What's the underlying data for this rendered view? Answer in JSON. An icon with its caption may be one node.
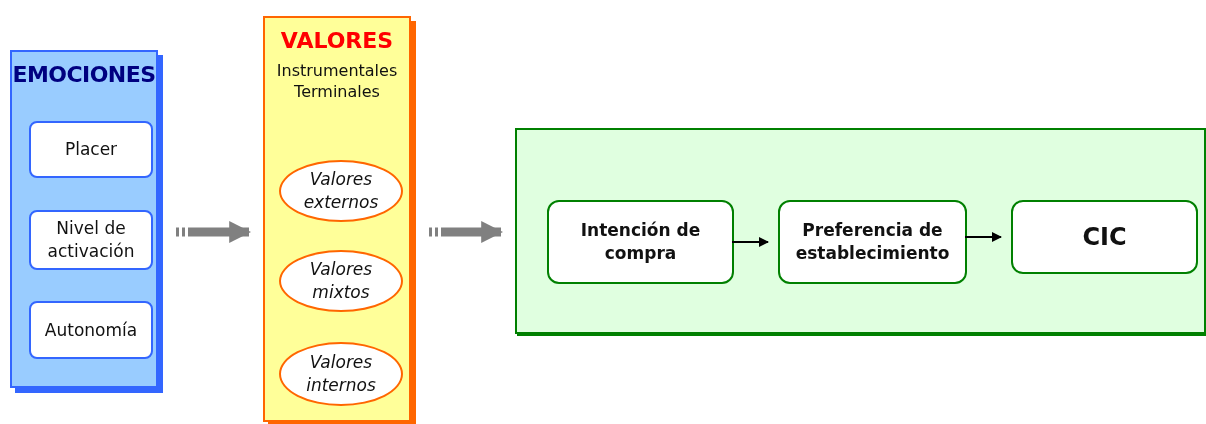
{
  "diagram": {
    "nodes": [
      {
        "text": [
          "EMOCIONES"
        ]
      },
      {
        "text": [
          "Placer"
        ],
        "in": 0
      },
      {
        "text": [
          "Nivel de activación"
        ],
        "in": 0
      },
      {
        "text": [
          "Autonomía"
        ],
        "in": 0
      },
      {
        "text": [
          "VALORES",
          "Instrumentales",
          "Terminales"
        ]
      },
      {
        "text": [
          "Valores externos"
        ],
        "in": 4
      },
      {
        "text": [
          "Valores mixtos"
        ],
        "in": 4
      },
      {
        "text": [
          "Valores internos"
        ],
        "in": 4
      },
      {
        "text": [],
        "shape": "box"
      },
      {
        "text": [
          "Intención de compra"
        ],
        "in": 8
      },
      {
        "text": [
          "Preferencia de establecimiento"
        ],
        "in": 8
      },
      {
        "text": [
          "CIC"
        ],
        "in": 8
      }
    ],
    "edges": [
      {
        "from": 0,
        "to": 4,
        "arrow": "to",
        "style": "thick",
        "color": "#808080"
      },
      {
        "from": 4,
        "to": 8,
        "arrow": "to",
        "style": "thick",
        "color": "#808080"
      },
      {
        "from": 9,
        "to": 10,
        "arrow": "to",
        "color": "#000000"
      },
      {
        "from": 10,
        "to": 11,
        "arrow": "to",
        "color": "#000000"
      }
    ]
  }
}
